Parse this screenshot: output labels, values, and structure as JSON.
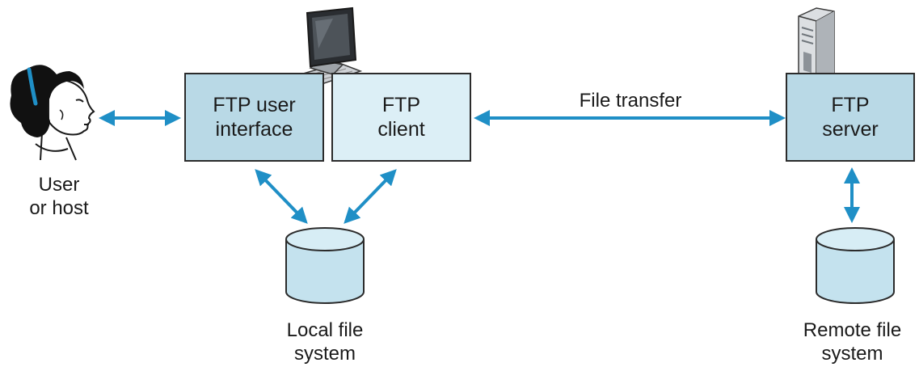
{
  "colors": {
    "box_dark": "#b9d9e6",
    "box_light": "#dceff6",
    "arrow": "#1f8fc6",
    "cylinder": "#c4e2ee",
    "outline": "#2b2b2b"
  },
  "user": {
    "icon": "user-face-icon",
    "label_line1": "User",
    "label_line2": "or host"
  },
  "ftp_user_interface": {
    "line1": "FTP user",
    "line2": "interface"
  },
  "ftp_client": {
    "line1": "FTP",
    "line2": "client",
    "icon": "desktop-computer-icon"
  },
  "ftp_server": {
    "line1": "FTP",
    "line2": "server",
    "icon": "server-tower-icon"
  },
  "file_transfer": {
    "label": "File transfer"
  },
  "local_fs": {
    "line1": "Local file",
    "line2": "system",
    "icon": "database-cylinder-icon"
  },
  "remote_fs": {
    "line1": "Remote file",
    "line2": "system",
    "icon": "database-cylinder-icon"
  }
}
